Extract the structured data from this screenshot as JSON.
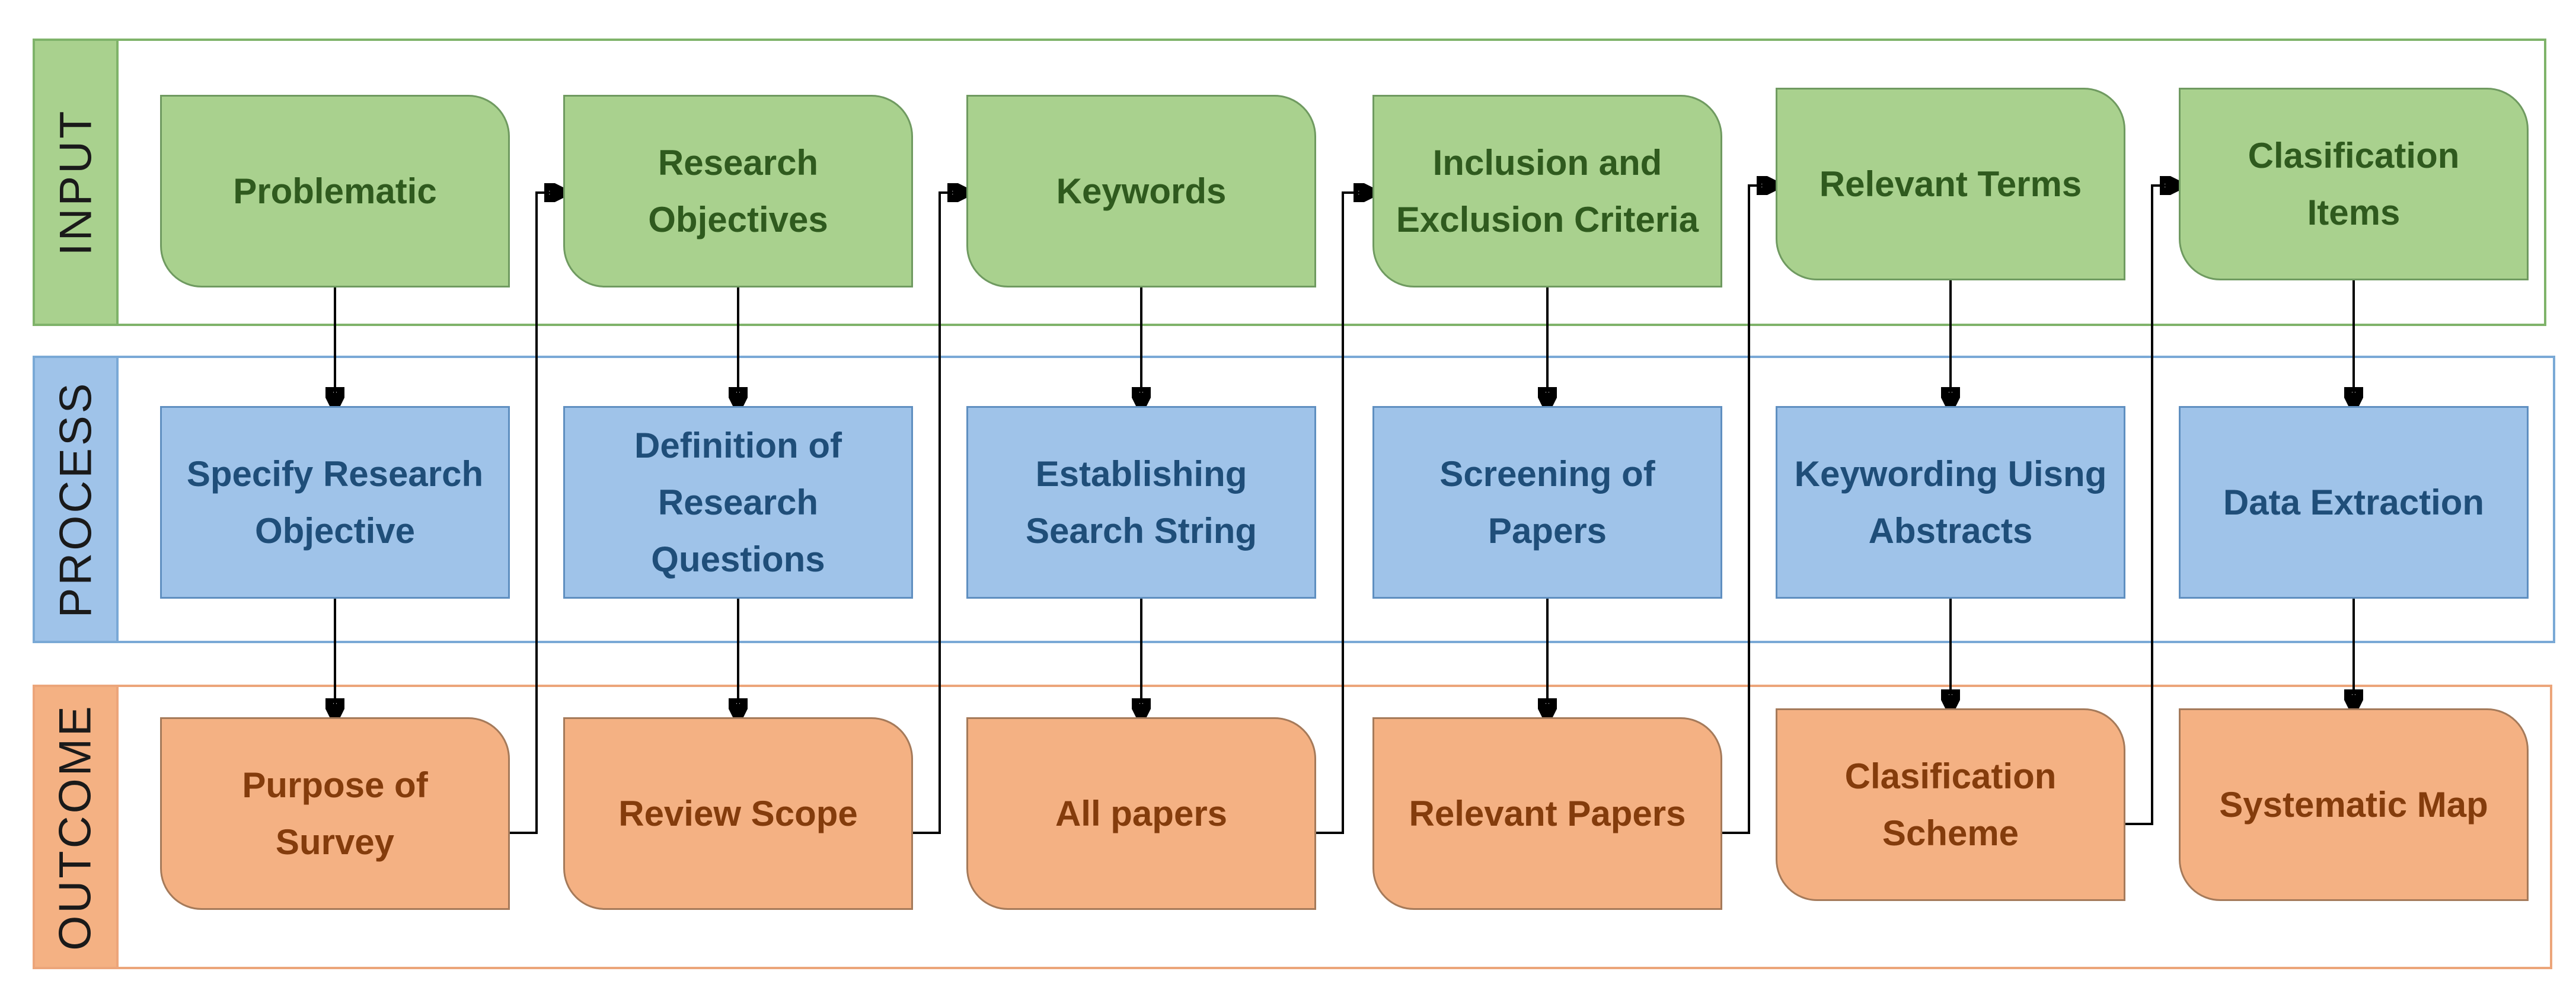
{
  "lanes": {
    "input": "INPUT",
    "process": "PROCESS",
    "outcome": "OUTCOME"
  },
  "columns": [
    {
      "input": "Problematic",
      "process": "Specify Research\nObjective",
      "outcome": "Purpose of\nSurvey"
    },
    {
      "input": "Research\nObjectives",
      "process": "Definition of\nResearch\nQuestions",
      "outcome": "Review Scope"
    },
    {
      "input": "Keywords",
      "process": "Establishing\nSearch String",
      "outcome": "All papers"
    },
    {
      "input": "Inclusion and\nExclusion Criteria",
      "process": "Screening of\nPapers",
      "outcome": "Relevant Papers"
    },
    {
      "input": "Relevant Terms",
      "process": "Keywording Uisng\nAbstracts",
      "outcome": "Clasification\nScheme"
    },
    {
      "input": "Clasification\nItems",
      "process": "Data Extraction",
      "outcome": "Systematic Map"
    }
  ]
}
